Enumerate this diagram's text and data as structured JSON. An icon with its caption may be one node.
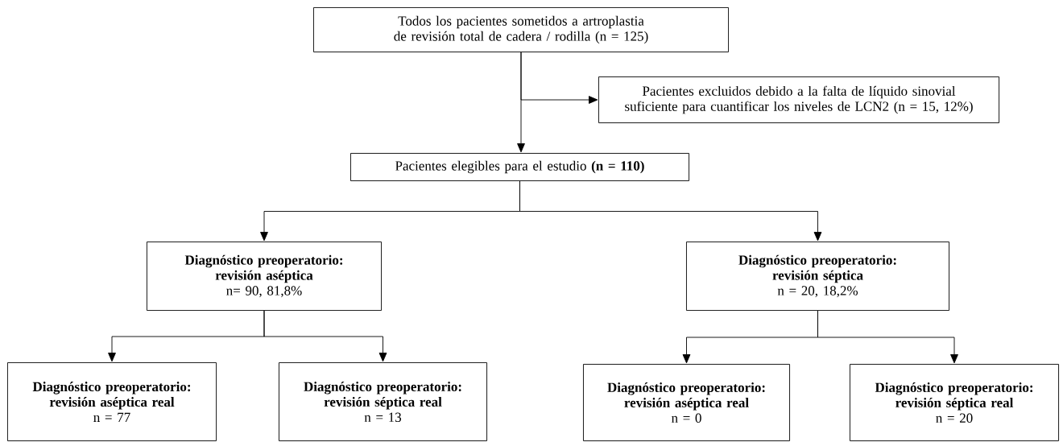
{
  "diagram": {
    "nodes": [
      {
        "text": [
          "Todos los pacientes sometidos a artroplastia de revisión total de cadera / rodilla (n = 125)"
        ]
      },
      {
        "text": [
          "Pacientes excluidos debido a la falta de líquido sinovial suficiente para cuantificar los niveles de LCN2 (n = 15, 12%)"
        ]
      },
      {
        "text": [
          "Pacientes elegibles para el estudio **(n = 110)**"
        ]
      },
      {
        "text": [
          "Diagnóstico preoperatorio: revisión aséptica",
          "n= 90, 81,8%"
        ]
      },
      {
        "text": [
          "Diagnóstico preoperatorio: revisión séptica",
          "n = 20, 18,2%"
        ]
      },
      {
        "text": [
          "Diagnóstico preoperatorio: revisión aséptica real",
          "n = 77"
        ]
      },
      {
        "text": [
          "Diagnóstico preoperatorio: revisión séptica real",
          "n = 13"
        ]
      },
      {
        "text": [
          "Diagnóstico preoperatorio: revisión aséptica real",
          "n = 0"
        ]
      },
      {
        "text": [
          "Diagnóstico preoperatorio: revisión séptica real",
          "n = 20"
        ]
      }
    ],
    "edges": [
      {
        "from": 0,
        "to": 1,
        "arrow": "to"
      },
      {
        "from": 0,
        "to": 2,
        "arrow": "to"
      },
      {
        "from": 2,
        "to": 3,
        "arrow": "to"
      },
      {
        "from": 2,
        "to": 4,
        "arrow": "to"
      },
      {
        "from": 3,
        "to": 5,
        "arrow": "to"
      },
      {
        "from": 3,
        "to": 6,
        "arrow": "to"
      },
      {
        "from": 4,
        "to": 7,
        "arrow": "to"
      },
      {
        "from": 4,
        "to": 8,
        "arrow": "to"
      }
    ]
  }
}
